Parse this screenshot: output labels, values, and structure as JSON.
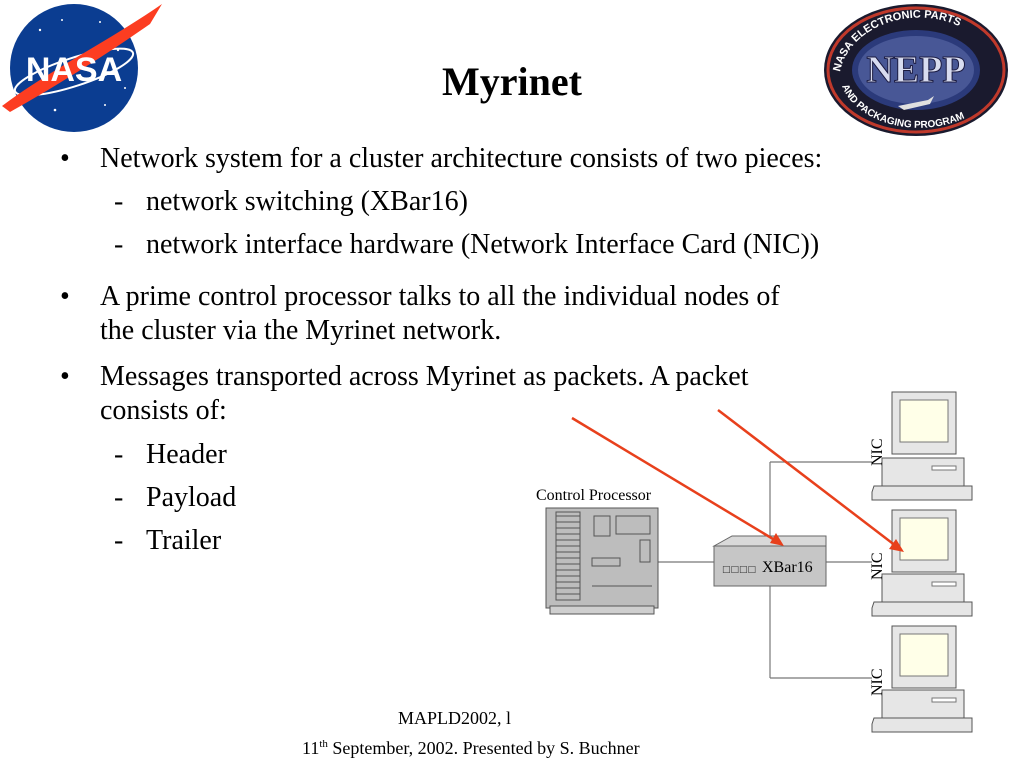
{
  "slide": {
    "title": "Myrinet",
    "bullet_glyph": "•",
    "dash_glyph": "-",
    "bullets": [
      {
        "text": "Network system for a cluster architecture consists of two pieces:",
        "subs": [
          "network switching (XBar16)",
          "network interface hardware (Network Interface Card (NIC))"
        ]
      },
      {
        "lines": [
          "A prime control processor talks to all the individual nodes of",
          "the cluster via the Myrinet network."
        ]
      },
      {
        "lines": [
          "Messages transported across Myrinet as packets. A packet",
          "consists of:"
        ],
        "subs": [
          "Header",
          "Payload",
          "Trailer"
        ]
      }
    ]
  },
  "logos": {
    "nasa": "NASA",
    "nepp": "NEPP",
    "nepp_top_arc": "NASA ELECTRONIC PARTS",
    "nepp_bottom_arc": "AND PACKAGING PROGRAM"
  },
  "diagram": {
    "control_processor_label": "Control Processor",
    "switch_label": "XBar16",
    "switch_ports": "□□□□",
    "nic_labels": [
      "NIC",
      "NIC",
      "NIC"
    ],
    "arrow_color": "#e8401c"
  },
  "footer": {
    "line1": "MAPLD2002, l",
    "line2_day": "11",
    "line2_sup": "th",
    "line2_rest": " September, 2002. Presented by S. Buchner"
  }
}
